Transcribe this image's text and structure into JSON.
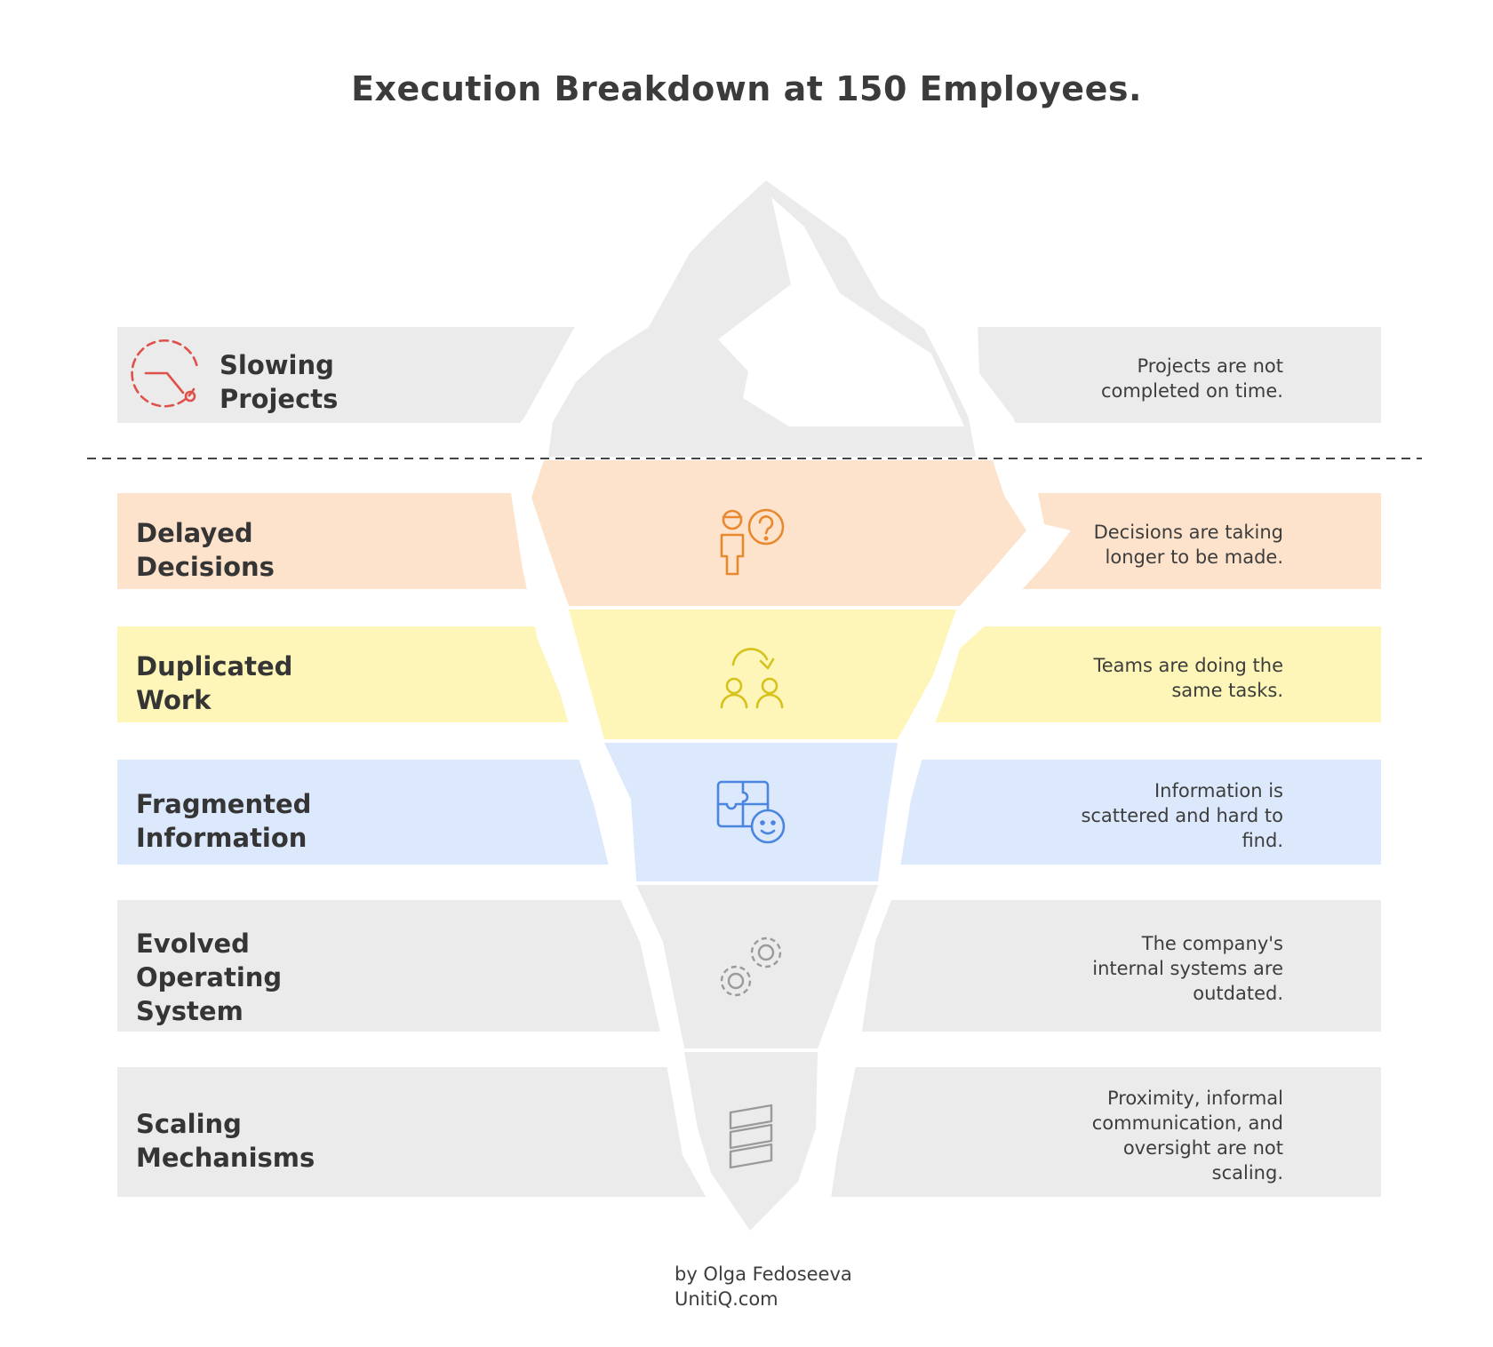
{
  "title": "Execution Breakdown at 150 Employees.",
  "colors": {
    "gray_band": "#ebebeb",
    "peach_band": "#fde3cc",
    "yellow_band": "#fdf6b8",
    "blue_band": "#dce8fc",
    "red_icon": "#e0504a",
    "orange_icon": "#e8892f",
    "yellow_icon": "#d6c21a",
    "blue_icon": "#4a86df",
    "gray_icon": "#9a9a9a"
  },
  "layers": [
    {
      "label": "Slowing\nProjects",
      "description": "Projects are not\ncompleted on time.",
      "icon": "timer-icon"
    },
    {
      "label": "Delayed\nDecisions",
      "description": "Decisions are taking\nlonger to be made.",
      "icon": "question-person-icon"
    },
    {
      "label": "Duplicated\nWork",
      "description": "Teams are doing the\nsame tasks.",
      "icon": "people-loop-icon"
    },
    {
      "label": "Fragmented\nInformation",
      "description": "Information is\nscattered and hard to\nfind.",
      "icon": "puzzle-face-icon"
    },
    {
      "label": "Evolved\nOperating\nSystem",
      "description": "The company's\ninternal systems are\noutdated.",
      "icon": "gears-icon"
    },
    {
      "label": "Scaling\nMechanisms",
      "description": "Proximity, informal\ncommunication, and\noversight are not\nscaling.",
      "icon": "stack-icon"
    }
  ],
  "credit": {
    "line1": "by Olga Fedoseeva",
    "line2": "UnitiQ.com"
  }
}
